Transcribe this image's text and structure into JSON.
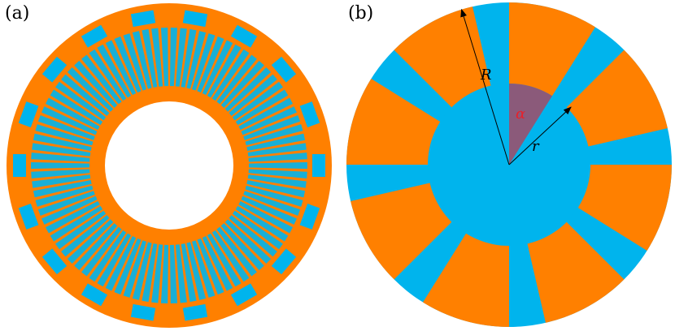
{
  "panels": {
    "a": {
      "label": "(a)"
    },
    "b": {
      "label": "(b)"
    }
  },
  "annotations": {
    "outer_radius": "R",
    "inner_radius": "r",
    "angle": "α"
  },
  "colors": {
    "orange": "#ff8000",
    "blue": "#00b4ed",
    "angle_fill": "#8b5a7a",
    "angle_label": "#e8202a",
    "line": "#000000",
    "background": "#ffffff"
  },
  "diagram": {
    "slot_count": 18,
    "spoke_count": 90,
    "sector_count": 8
  }
}
